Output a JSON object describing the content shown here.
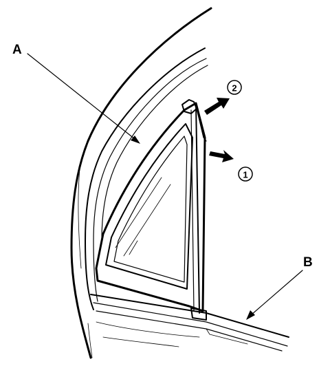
{
  "callouts": {
    "a": "A",
    "b": "B"
  },
  "steps": {
    "one": "1",
    "two": "2"
  }
}
